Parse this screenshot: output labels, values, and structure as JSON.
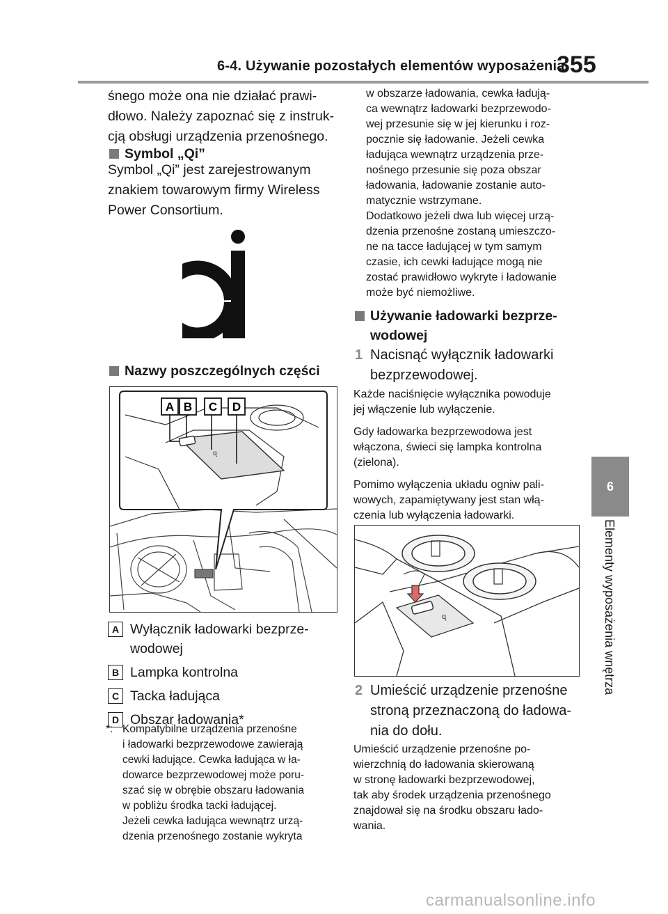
{
  "header": {
    "section": "6-4. Używanie pozostałych elementów wyposażenia",
    "page": "355"
  },
  "side": {
    "chapter": "6",
    "title": "Elementy wyposażenia wnętrza"
  },
  "col1": {
    "intro": [
      "śnego może ona nie działać prawi-",
      "dłowo. Należy zapoznać się z instruk-",
      "cją obsługi urządzenia przenośnego."
    ],
    "symbol_heading": "Symbol „Qi”",
    "symbol_text": [
      "Symbol „Qi” jest zarejestrowanym",
      "znakiem towarowym firmy Wireless",
      "Power Consortium."
    ],
    "parts_heading": "Nazwy poszczególnych części",
    "legend": [
      {
        "letter": "A",
        "lines": [
          "Wyłącznik ładowarki bezprze-",
          "wodowej"
        ]
      },
      {
        "letter": "B",
        "lines": [
          "Lampka kontrolna"
        ]
      },
      {
        "letter": "C",
        "lines": [
          "Tacka ładująca"
        ]
      },
      {
        "letter": "D",
        "lines": [
          "Obszar ładowania*"
        ]
      }
    ],
    "footnote_mark": "*:",
    "footnote": [
      "Kompatybilne urządzenia przenośne",
      "i ładowarki bezprzewodowe zawierają",
      "cewki ładujące. Cewka ładująca w ła-",
      "dowarce bezprzewodowej może poru-",
      "szać się w obrębie obszaru ładowania",
      "w pobliżu środka tacki ładującej.",
      "Jeżeli cewka ładująca wewnątrz urzą-",
      "dzenia przenośnego zostanie wykryta"
    ]
  },
  "col2": {
    "cont": [
      "w obszarze ładowania, cewka ładują-",
      "ca wewnątrz ładowarki bezprzewodo-",
      "wej przesunie się w jej kierunku i roz-",
      "pocznie się ładowanie. Jeżeli cewka",
      "ładująca wewnątrz urządzenia prze-",
      "nośnego przesunie się poza obszar",
      "ładowania, ładowanie zostanie auto-",
      "matycznie wstrzymane.",
      "Dodatkowo jeżeli dwa lub więcej urzą-",
      "dzenia przenośne zostaną umieszczo-",
      "ne na tacce ładującej w tym samym",
      "czasie, ich cewki ładujące mogą nie",
      "zostać prawidłowo wykryte i ładowanie",
      "może być niemożliwe."
    ],
    "usage_heading": [
      "Używanie ładowarki bezprze-",
      "wodowej"
    ],
    "step1_num": "1",
    "step1": [
      "Nacisnąć wyłącznik ładowarki",
      "bezprzewodowej."
    ],
    "p1": [
      "Każde naciśnięcie wyłącznika powoduje",
      "jej włączenie lub wyłączenie."
    ],
    "p2": [
      "Gdy ładowarka bezprzewodowa jest",
      "włączona, świeci się lampka kontrolna",
      "(zielona)."
    ],
    "p3": [
      "Pomimo wyłączenia układu ogniw pali-",
      "wowych, zapamiętywany jest stan włą-",
      "czenia lub wyłączenia ładowarki."
    ],
    "step2_num": "2",
    "step2": [
      "Umieścić urządzenie przenośne",
      "stroną przeznaczoną do ładowa-",
      "nia do dołu."
    ],
    "p4": [
      "Umieścić urządzenie przenośne po-",
      "wierzchnią do ładowania skierowaną",
      "w stronę ładowarki bezprzewodowej,",
      "tak aby środek urządzenia przenośnego",
      "znajdował się na środku obszaru łado-",
      "wania."
    ]
  },
  "figure1": {
    "callouts": [
      "A",
      "B",
      "C",
      "D"
    ]
  },
  "watermark": "carmanualsonline.info"
}
